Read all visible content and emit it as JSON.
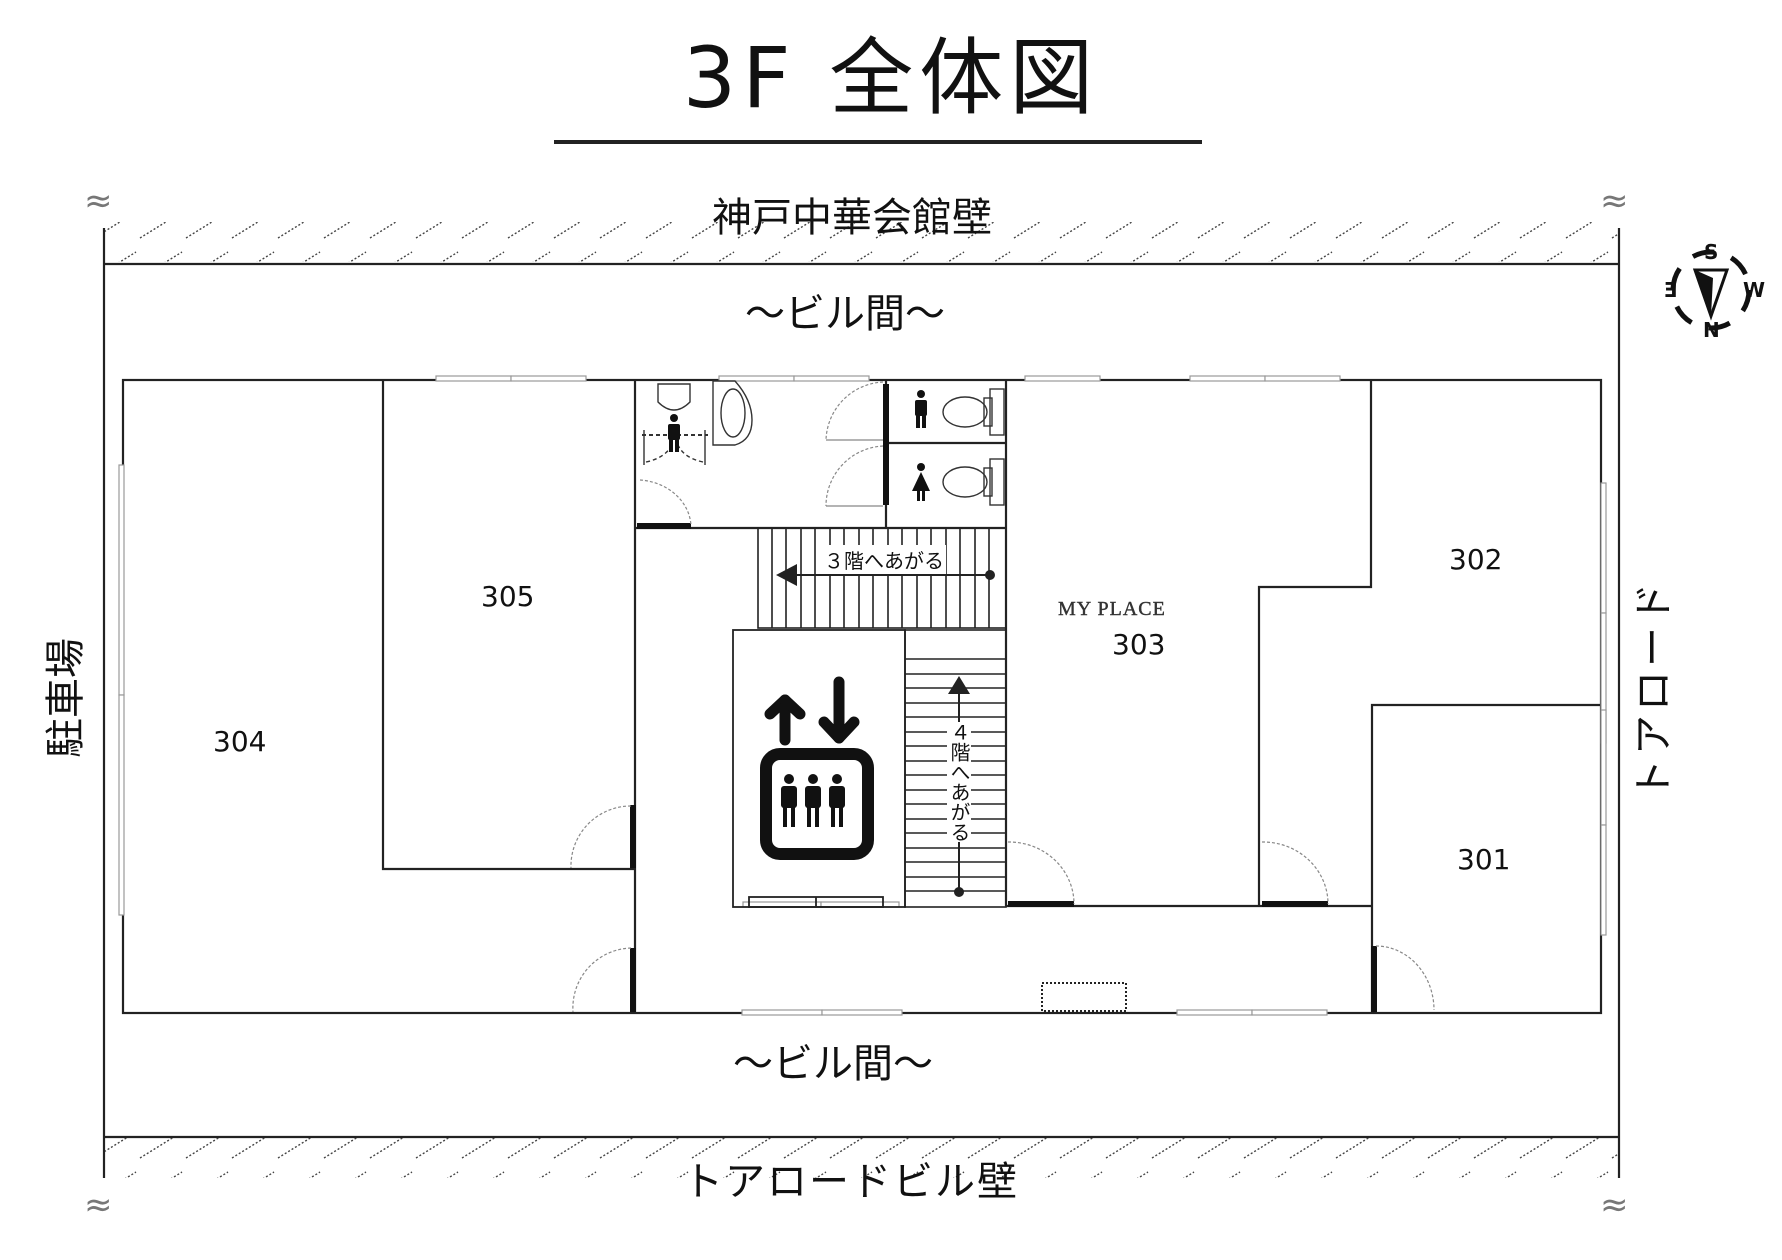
{
  "title": "3F 全体図",
  "walls": {
    "north": "神戸中華会館壁",
    "south": "トアロードビル壁",
    "west": "駐車場",
    "east": "トアロード"
  },
  "gaps": {
    "top": "〜ビル間〜",
    "bottom": "〜ビル間〜"
  },
  "rooms": [
    {
      "id": "301",
      "label": "301"
    },
    {
      "id": "302",
      "label": "302"
    },
    {
      "id": "303",
      "label": "303",
      "tenant": "MY PLACE"
    },
    {
      "id": "304",
      "label": "304"
    },
    {
      "id": "305",
      "label": "305"
    }
  ],
  "stairs": {
    "up_to_3f": "３階へあがる",
    "up_to_4f": "４階へあがる"
  },
  "facilities": {
    "elevator": "elevator",
    "restroom_men": "men",
    "restroom_women": "women"
  },
  "compass": {
    "top": "S",
    "right": "W",
    "bottom": "N",
    "left": "E"
  },
  "colors": {
    "line": "#222222",
    "hatch": "#444444",
    "wave": "#777777",
    "window": "#999999"
  },
  "break_symbol": "≈"
}
